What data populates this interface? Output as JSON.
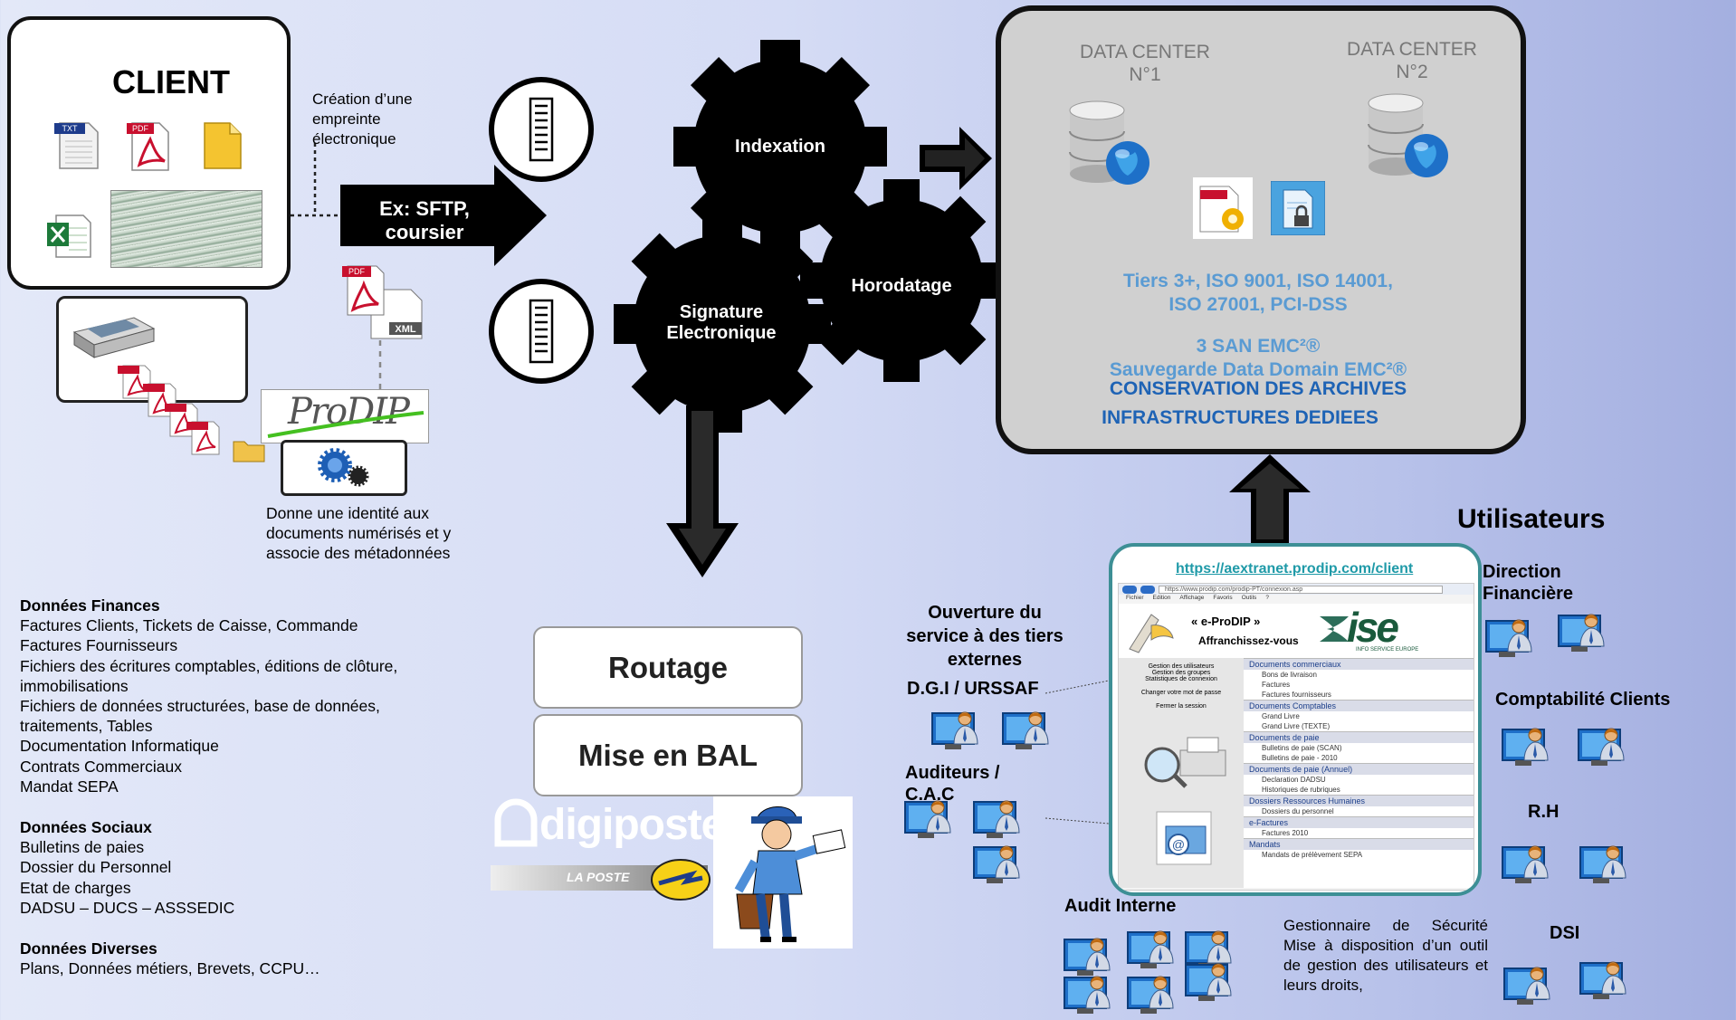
{
  "client": {
    "title": "CLIENT",
    "empreinte_text": "Création d’une empreinte électronique",
    "transfer_arrow_label": "Ex: SFTP, coursier",
    "prodip_logo": "ProDIP",
    "identity_text": "Donne une identité aux documents numérisés et y associe des métadonnées",
    "file_badges": [
      "TXT",
      "PDF",
      "PDF",
      "XML"
    ]
  },
  "process": {
    "gears": [
      "Indexation",
      "Signature Electronique",
      "Horodatage"
    ]
  },
  "datacenter": {
    "dc1": "DATA CENTER N°1",
    "dc2": "DATA CENTER N°2",
    "standards_line1": "Tiers  3+, ISO 9001,  ISO 14001,",
    "standards_line2": "ISO 27001, PCI-DSS",
    "san_line1": "3 SAN EMC²®",
    "san_line2": "Sauvegarde Data Domain EMC²®",
    "conservation": "CONSERVATION DES ARCHIVES",
    "infrastructures": "INFRASTRUCTURES DEDIEES"
  },
  "delivery": {
    "routage": "Routage",
    "mise_en_bal": "Mise en BAL",
    "digiposte": "digiposte",
    "laposte": "LA POSTE"
  },
  "data_lists": {
    "finances": {
      "title": "Données Finances",
      "lines": [
        "Factures Clients, Tickets de Caisse, Commande",
        "Factures Fournisseurs",
        "Fichiers des écritures comptables, éditions de clôture,",
        "immobilisations",
        "Fichiers de données structurées, base de données,",
        "traitements, Tables",
        "Documentation Informatique",
        "Contrats Commerciaux",
        "Mandat SEPA"
      ]
    },
    "sociaux": {
      "title": "Données Sociaux",
      "lines": [
        "Bulletins de paies",
        "Dossier du Personnel",
        "Etat de charges",
        "DADSU – DUCS – ASSSEDIC"
      ]
    },
    "diverses": {
      "title": "Données Diverses",
      "lines": [
        "Plans, Données métiers, Brevets, CCPU…"
      ]
    }
  },
  "users": {
    "title": "Utilisateurs",
    "ouverture": "Ouverture du service à des tiers externes",
    "dgi": "D.G.I / URSSAF",
    "auditeurs": "Auditeurs / C.A.C",
    "audit_interne": "Audit Interne",
    "direction": "Direction Financière",
    "compta": "Comptabilité Clients",
    "rh": "R.H",
    "dsi": "DSI",
    "gestionnaire": "Gestionnaire de Sécurité Mise à disposition d’un outil de gestion des utilisateurs et leurs droits,"
  },
  "portal": {
    "url": "https://aextranet.prodip.com/client",
    "address_bar": "https://www.prodip.com/prodip-PT/connexion.asp",
    "menu": [
      "Fichier",
      "Edition",
      "Affichage",
      "Favoris",
      "Outils",
      "?"
    ],
    "banner_title": "« e-ProDIP »",
    "banner_sub": "Affranchissez-vous",
    "ise_logo": "ISE",
    "ise_sub": "INFO SERVICE EUROPE",
    "left_links": [
      "Gestion des utilisateurs",
      "Gestion des groupes",
      "Statistiques de connexion",
      "Changer votre mot de passe",
      "Fermer la session"
    ],
    "sections": [
      {
        "title": "Documents commerciaux",
        "items": [
          "Bons de livraison",
          "Factures",
          "Factures fournisseurs"
        ]
      },
      {
        "title": "Documents Comptables",
        "items": [
          "Grand Livre",
          "Grand Livre (TEXTE)"
        ]
      },
      {
        "title": "Documents de paie",
        "items": [
          "Bulletins de paie (SCAN)",
          "Bulletins de paie - 2010"
        ]
      },
      {
        "title": "Documents de paie (Annuel)",
        "items": [
          "Declaration DADSU",
          "Historiques de rubriques"
        ]
      },
      {
        "title": "Dossiers Ressources Humaines",
        "items": [
          "Dossiers du personnel"
        ]
      },
      {
        "title": "e-Factures",
        "items": [
          "Factures 2010"
        ]
      },
      {
        "title": "Mandats",
        "items": [
          "Mandats de prélèvement SEPA"
        ]
      }
    ]
  },
  "colors": {
    "background": "#d5dcf5",
    "datacenter_box": "#d0d0d0",
    "portal_border": "#3d8f95",
    "standards_text": "#5a9bd3",
    "conservation_text": "#1e63b5",
    "gear": "#000000"
  }
}
